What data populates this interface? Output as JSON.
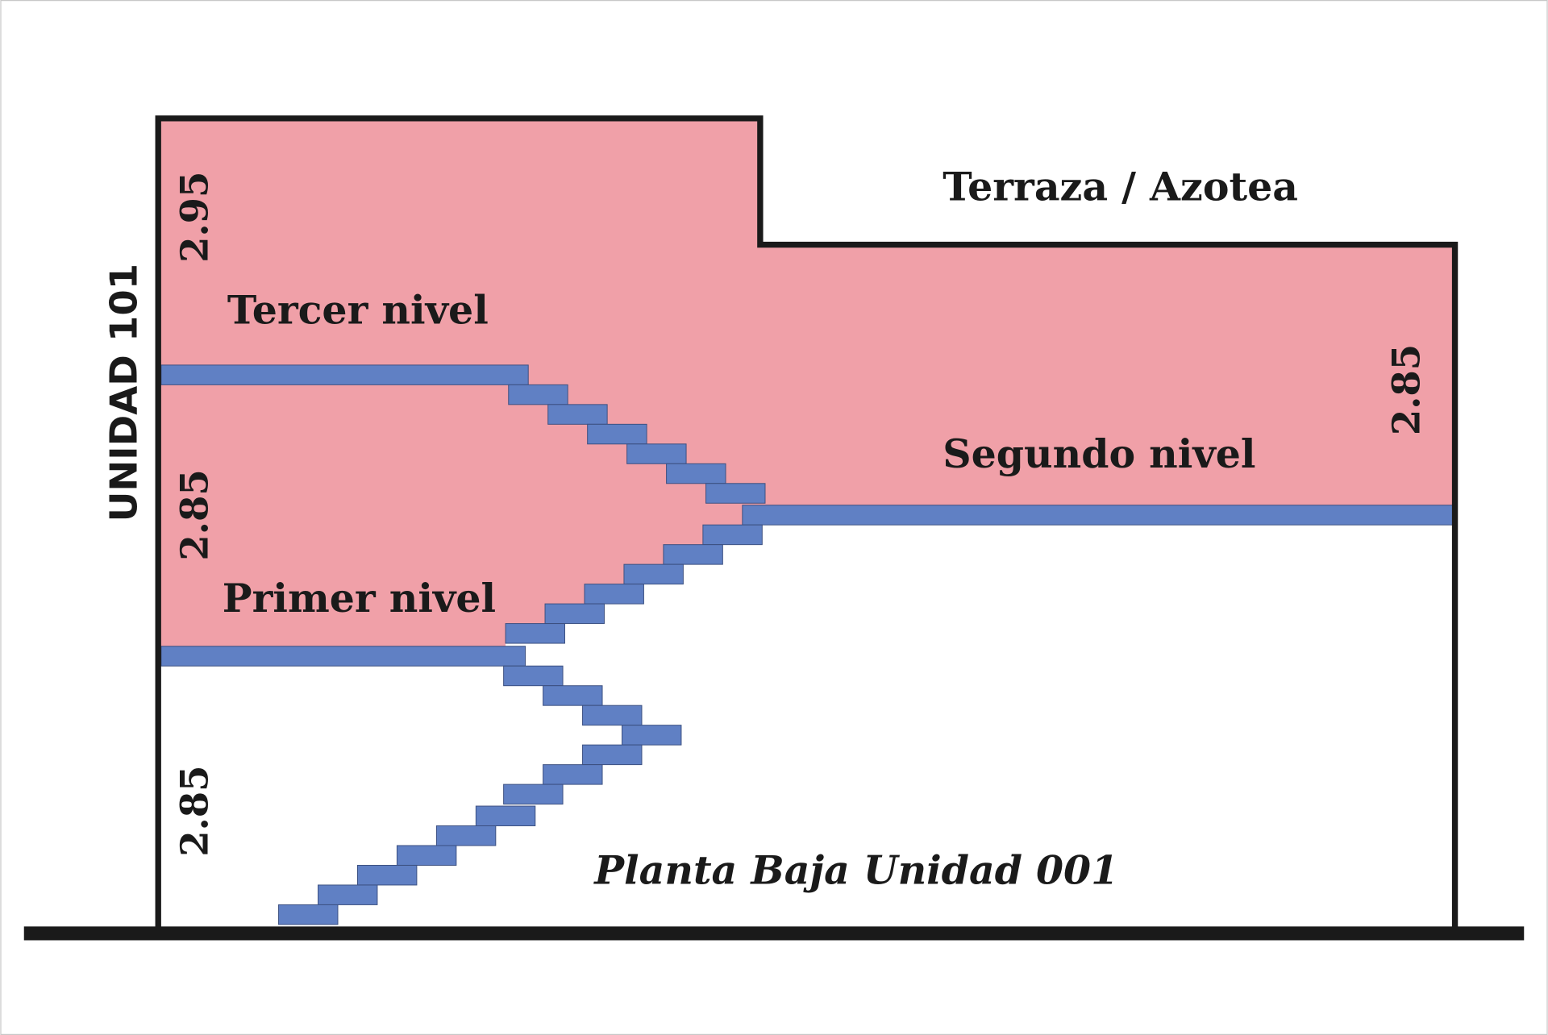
{
  "colors": {
    "upper_unit": "#f0a0a8",
    "slab_stair": "#6080c4",
    "outline": "#1a1a1a"
  },
  "labels": {
    "roof": "Terraza / Azotea",
    "third_level": "Tercer nivel",
    "second_level": "Segundo nivel",
    "first_level": "Primer nivel",
    "ground_floor": "Planta Baja Unidad 001",
    "unit": "UNIDAD 101"
  },
  "heights": {
    "third_level": "2.95",
    "first_second_level": "2.85",
    "ground_floor": "2.85",
    "second_level_right": "2.85"
  }
}
